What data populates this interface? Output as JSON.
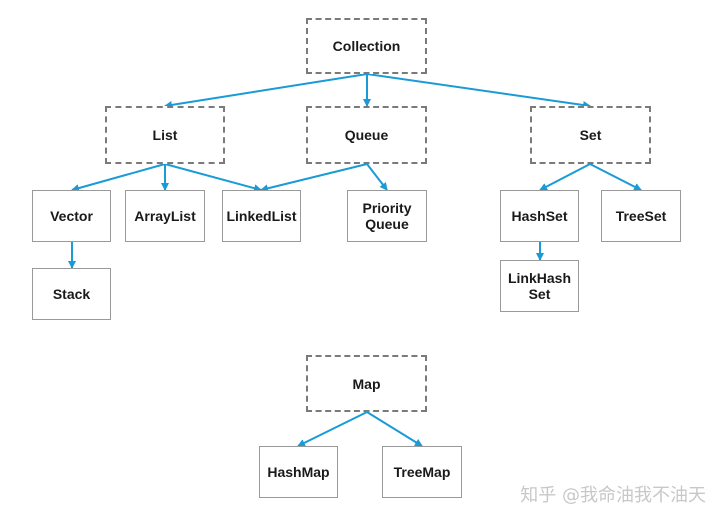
{
  "colors": {
    "edge": "#1a9ad6",
    "interface_border": "#7a7a7a",
    "class_border": "#9a9a9a"
  },
  "nodes": {
    "collection": "Collection",
    "list": "List",
    "queue": "Queue",
    "set": "Set",
    "vector": "Vector",
    "arraylist": "ArrayList",
    "linkedlist": "LinkedList",
    "priorityqueue_l1": "Priority",
    "priorityqueue_l2": "Queue",
    "hashset": "HashSet",
    "treeset": "TreeSet",
    "stack": "Stack",
    "linkedhashset_l1": "LinkHash",
    "linkedhashset_l2": "Set",
    "map": "Map",
    "hashmap": "HashMap",
    "treemap": "TreeMap"
  },
  "edges": [
    [
      "collection",
      "list"
    ],
    [
      "collection",
      "queue"
    ],
    [
      "collection",
      "set"
    ],
    [
      "list",
      "vector"
    ],
    [
      "list",
      "arraylist"
    ],
    [
      "list",
      "linkedlist"
    ],
    [
      "queue",
      "linkedlist"
    ],
    [
      "queue",
      "priorityqueue"
    ],
    [
      "set",
      "hashset"
    ],
    [
      "set",
      "treeset"
    ],
    [
      "vector",
      "stack"
    ],
    [
      "hashset",
      "linkedhashset"
    ],
    [
      "map",
      "hashmap"
    ],
    [
      "map",
      "treemap"
    ]
  ],
  "watermark": "知乎 @我命油我不油天"
}
